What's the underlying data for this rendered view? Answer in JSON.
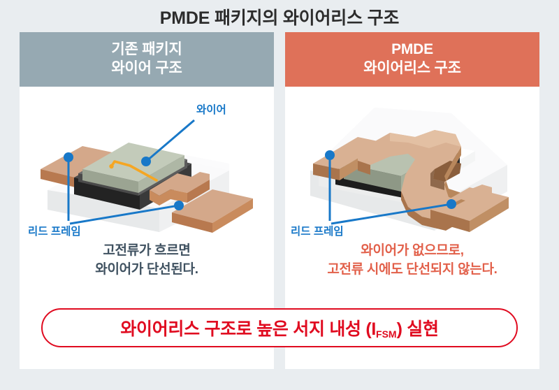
{
  "title": "PMDE 패키지의 와이어리스 구조",
  "panels": [
    {
      "id": "conventional",
      "header_line1": "기존 패키지",
      "header_line2": "와이어 구조",
      "header_color": "#96a9b2",
      "labels": {
        "wire": "와이어",
        "lead_frame": "리드 프레임"
      },
      "caption_line1": "고전류가 흐르면",
      "caption_line2": "와이어가 단선된다.",
      "caption_color": "#3f5160"
    },
    {
      "id": "pmde",
      "header_line1": "PMDE",
      "header_line2": "와이어리스 구조",
      "header_color": "#df7159",
      "labels": {
        "lead_frame": "리드 프레임"
      },
      "caption_line1": "와이어가 없으므로,",
      "caption_line2": "고전류 시에도 단선되지 않는다.",
      "caption_color": "#e2604a"
    }
  ],
  "banner": {
    "text_before": "와이어리스 구조로 높은 서지 내성 (I",
    "subscript": "FSM",
    "text_after": ") 실현",
    "color": "#e00b20"
  },
  "colors": {
    "background": "#e9edf0",
    "card": "#ffffff",
    "callout_blue": "#1878c8",
    "wire_orange": "#f5a623",
    "copper_top": "#d4a88a",
    "copper_side": "#b8794f",
    "copper_front": "#c98b5d",
    "mold_top": "#f7f7f8",
    "mold_side": "#e3e4e6",
    "die_top": "#b9c2b0",
    "die_side": "#9aa492",
    "attach_top": "#4a4a4a",
    "attach_side": "#2b2b2b",
    "clip_top": "#d9b193",
    "clip_side": "#a9744c",
    "title_text": "#2c2c2c"
  }
}
